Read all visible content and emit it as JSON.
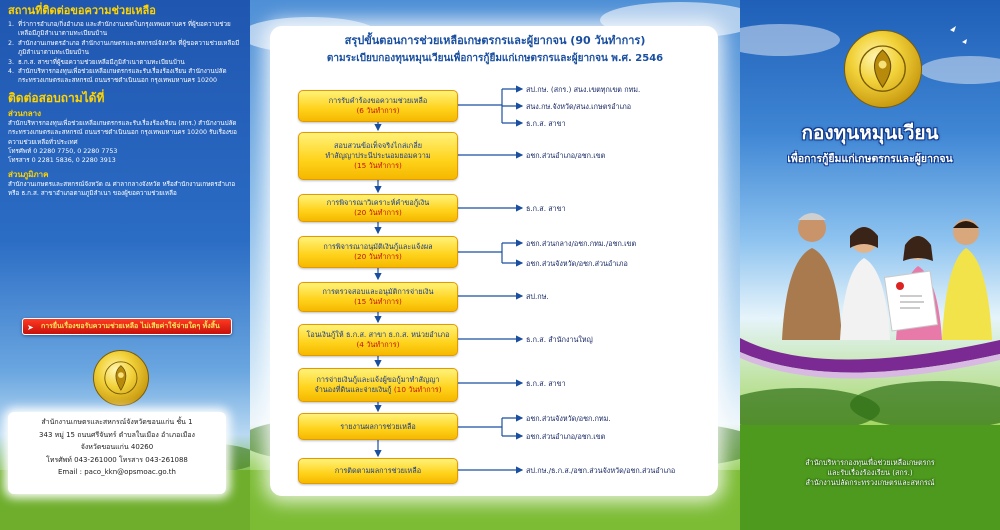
{
  "left": {
    "locations_title": "สถานที่ติดต่อขอความช่วยเหลือ",
    "locations": [
      {
        "num": "1.",
        "text": "ที่ว่าการอำเภอ/กิ่งอำเภอ และสำนักงานเขตในกรุงเทพมหานคร ที่ผู้ขอความช่วยเหลือมีภูมิลำเนาตามทะเบียนบ้าน"
      },
      {
        "num": "2.",
        "text": "สำนักงานเกษตรอำเภอ สำนักงานเกษตรและสหกรณ์จังหวัด ที่ผู้ขอความช่วยเหลือมีภูมิลำเนาตามทะเบียนบ้าน"
      },
      {
        "num": "3.",
        "text": "ธ.ก.ส. สาขาที่ผู้ขอความช่วยเหลือมีภูมิลำเนาตามทะเบียนบ้าน"
      },
      {
        "num": "4.",
        "text": "สำนักบริหารกองทุนเพื่อช่วยเหลือเกษตรกรและรับเรื่องร้องเรียน สำนักงานปลัดกระทรวงเกษตรและสหกรณ์ ถนนราชดำเนินนอก กรุงเทพมหานคร 10200"
      }
    ],
    "contact_title": "ติดต่อสอบถามได้ที่",
    "central_title": "ส่วนกลาง",
    "central_text": "สำนักบริหารกองทุนเพื่อช่วยเหลือเกษตรกรและรับเรื่องร้องเรียน (สกร.) สำนักงานปลัดกระทรวงเกษตรและสหกรณ์ ถนนราชดำเนินนอก กรุงเทพมหานคร 10200 รับเรื่องขอความช่วยเหลือทั่วประเทศ",
    "phone": "โทรศัพท์  0 2280 7750, 0 2280 7753",
    "fax": "โทรสาร   0 2281 5836, 0 2280 3913",
    "regional_title": "ส่วนภูมิภาค",
    "regional_text": "สำนักงานเกษตรและสหกรณ์จังหวัด ณ ศาลากลางจังหวัด หรือสำนักงานเกษตรอำเภอ หรือ ธ.ก.ส. สาขาอำเภอตามภูมิลำเนา ของผู้ขอความช่วยเหลือ",
    "red_bar": "การยื่นเรื่องขอรับความช่วยเหลือ ไม่เสียค่าใช้จ่ายใดๆ ทั้งสิ้น",
    "address": [
      "สำนักงานเกษตรและสหกรณ์จังหวัดขอนแก่น ชั้น 1",
      "343 หมู่ 15 ถนนศรีจันทร์ ตำบลในเมือง อำเภอเมือง",
      "จังหวัดขอนแก่น 40260",
      "โทรศัพท์ 043-261000 โทรสาร 043-261088",
      "Email : paco_kkn@opsmoac.go.th"
    ]
  },
  "middle": {
    "title": "สรุปขั้นตอนการช่วยเหลือเกษตรกรและผู้ยากจน (90 วันทำการ)",
    "subtitle": "ตามระเบียบกองทุนหมุนเวียนเพื่อการกู้ยืมแก่เกษตรกรและผู้ยากจน พ.ศ. 2546",
    "steps": [
      {
        "line1": "การรับคำร้องขอความช่วยเหลือ",
        "line2": "",
        "days": "(6 วันทำการ)"
      },
      {
        "line1": "สอบสวนข้อเท็จจริงไกล่เกลี่ย",
        "line2": "ทำสัญญาประนีประนอมยอมความ",
        "days": "(15 วันทำการ)"
      },
      {
        "line1": "การพิจารณาวิเคราะห์คำขอกู้เงิน",
        "line2": "",
        "days": "(20 วันทำการ)"
      },
      {
        "line1": "การพิจารณาอนุมัติเงินกู้และแจ้งผล",
        "line2": "",
        "days": "(20 วันทำการ)"
      },
      {
        "line1": "การตรวจสอบและอนุมัติการจ่ายเงิน",
        "line2": "",
        "days": "(15 วันทำการ)"
      },
      {
        "line1": "โอนเงินกู้ให้ ธ.ก.ส. สาขา ธ.ก.ส. หน่วยอำเภอ",
        "line2": "",
        "days": "(4 วันทำการ)"
      },
      {
        "line1": "การจ่ายเงินกู้และแจ้งผู้ขอกู้มาทำสัญญา",
        "line2": "จำนองที่ดินและจ่ายเงินกู้",
        "days": "(10 วันทำการ)"
      },
      {
        "line1": "รายงานผลการช่วยเหลือ",
        "line2": "",
        "days": ""
      },
      {
        "line1": "การติดตามผลการช่วยเหลือ",
        "line2": "",
        "days": ""
      }
    ],
    "labels": [
      "สป.กษ. (สกร.) สนง.เขตทุกเขต กทม.",
      "สนง.กษ.จังหวัด/สนง.เกษตรอำเภอ",
      "ธ.ก.ส. สาขา",
      "อชก.ส่วนอำเภอ/อชก.เขต",
      "ธ.ก.ส. สาขา",
      "อชก.ส่วนกลาง/อชก.กทม./อชก.เขต",
      "อชก.ส่วนจังหวัด/อชก.ส่วนอำเภอ",
      "สป.กษ.",
      "ธ.ก.ส. สำนักงานใหญ่",
      "ธ.ก.ส. สาขา",
      "อชก.ส่วนจังหวัด/อชก.กทม.",
      "อชก.ส่วนอำเภอ/อชก.เขต",
      "สป.กษ./ธ.ก.ส./อชก.ส่วนจังหวัด/อชก.ส่วนอำเภอ"
    ]
  },
  "right": {
    "title": "กองทุนหมุนเวียน",
    "subtitle": "เพื่อการกู้ยืมแก่เกษตรกรและผู้ยากจน",
    "bottom": [
      "สำนักบริหารกองทุนเพื่อช่วยเหลือเกษตรกร",
      "และรับเรื่องร้องเรียน (สกร.)",
      "สำนักงานปลัดกระทรวงเกษตรและสหกรณ์"
    ]
  }
}
